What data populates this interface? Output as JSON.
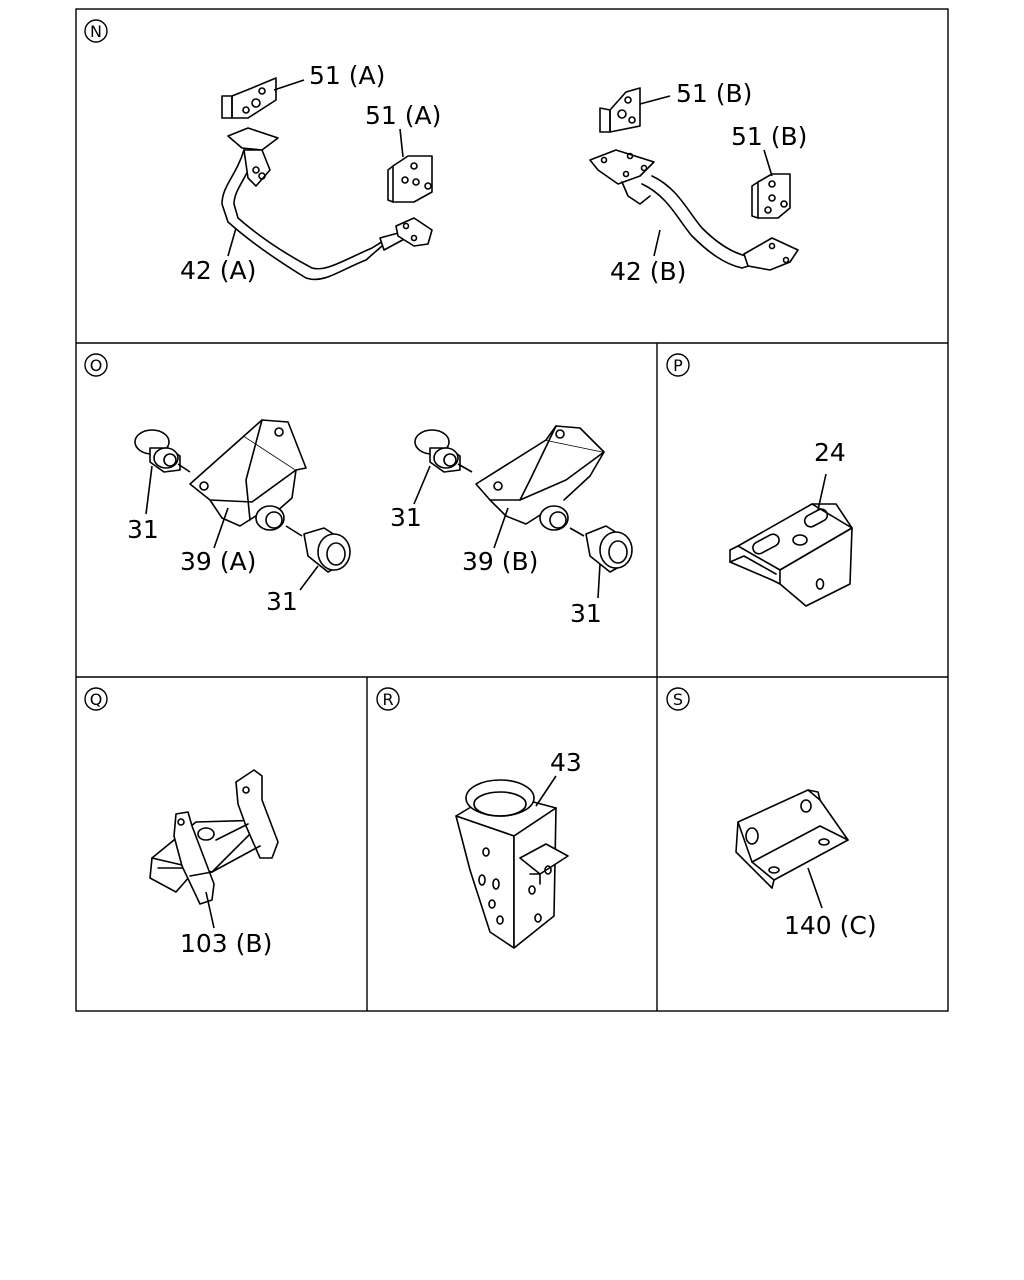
{
  "sections": {
    "N": {
      "letter": "N",
      "labels": [
        "51 (A)",
        "51 (A)",
        "42 (A)",
        "51 (B)",
        "51 (B)",
        "42 (B)"
      ]
    },
    "O": {
      "letter": "O",
      "labels": [
        "31",
        "39 (A)",
        "31",
        "31",
        "39 (B)",
        "31"
      ]
    },
    "P": {
      "letter": "P",
      "labels": [
        "24"
      ]
    },
    "Q": {
      "letter": "Q",
      "labels": [
        "103 (B)"
      ]
    },
    "R": {
      "letter": "R",
      "labels": [
        "43"
      ]
    },
    "S": {
      "letter": "S",
      "labels": [
        "140 (C)"
      ]
    }
  }
}
